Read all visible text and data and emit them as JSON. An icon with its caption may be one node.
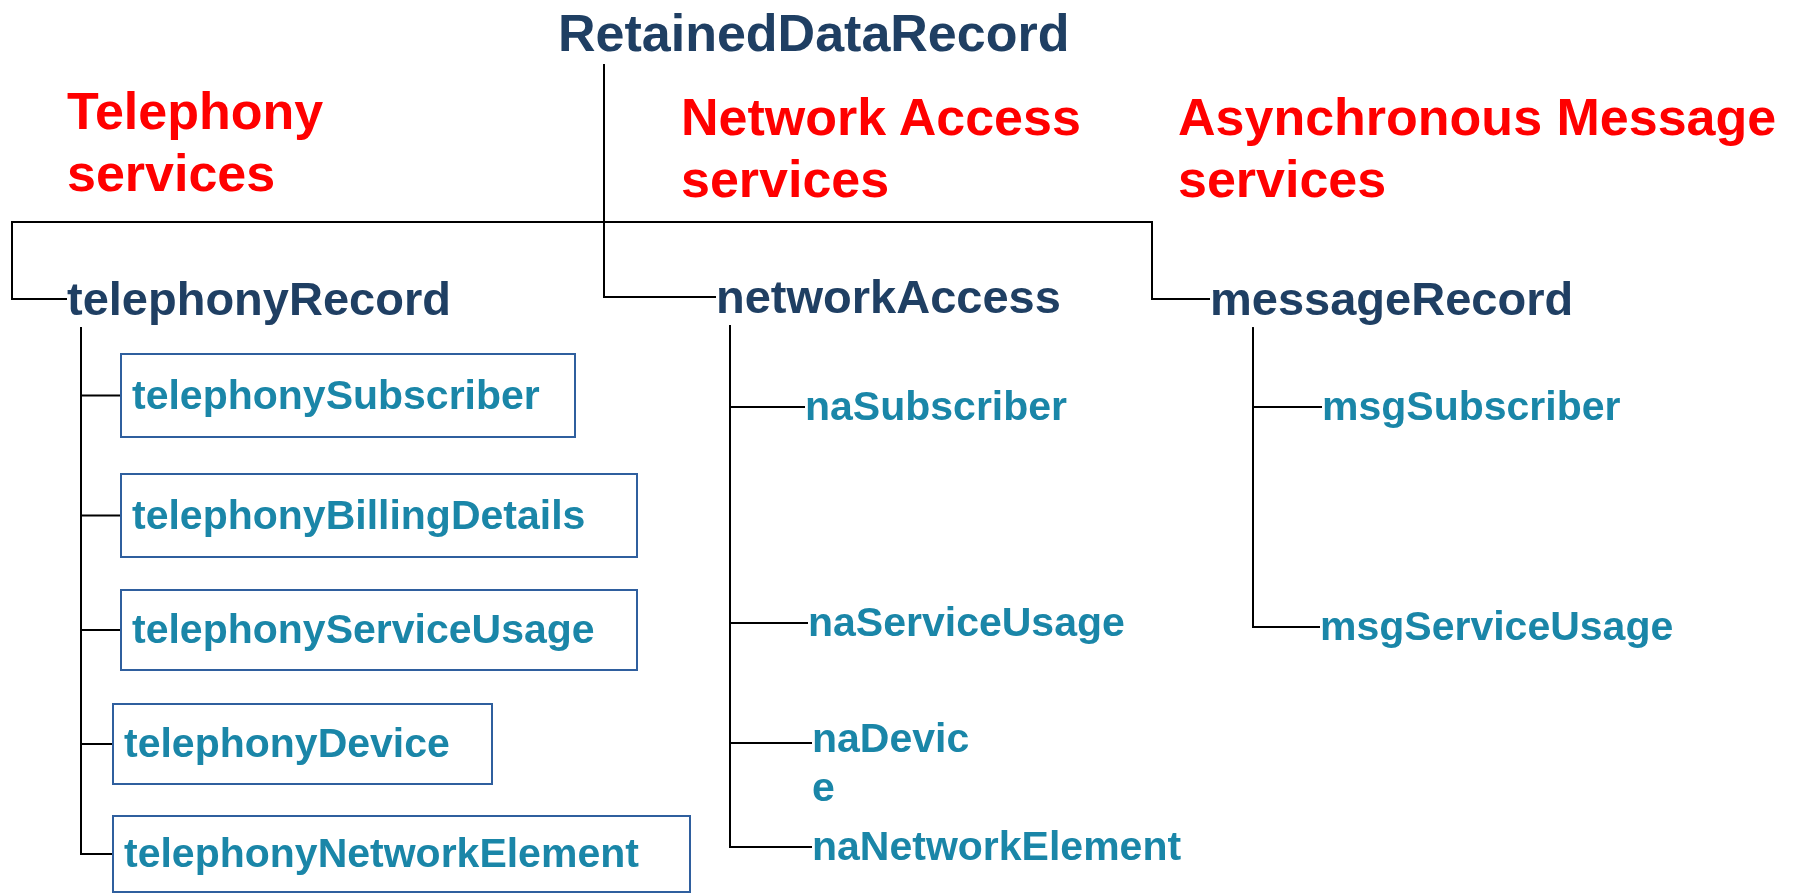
{
  "diagram": {
    "nodes": [
      {
        "text": [
          "RetainedDataRecord"
        ]
      },
      {
        "text": [
          "telephonyRecord"
        ]
      },
      {
        "text": [
          "networkAccess"
        ]
      },
      {
        "text": [
          "messageRecord"
        ]
      },
      {
        "text": [
          "telephonySubscriber"
        ]
      },
      {
        "text": [
          "telephonyBillingDetails"
        ]
      },
      {
        "text": [
          "telephonyServiceUsage"
        ]
      },
      {
        "text": [
          "telephonyDevice"
        ]
      },
      {
        "text": [
          "telephonyNetworkElement"
        ]
      },
      {
        "text": [
          "naSubscriber"
        ]
      },
      {
        "text": [
          "naServiceUsage"
        ]
      },
      {
        "text": [
          "naDevice"
        ]
      },
      {
        "text": [
          "naNetworkElement"
        ]
      },
      {
        "text": [
          "msgSubscriber"
        ]
      },
      {
        "text": [
          "msgServiceUsage"
        ]
      }
    ],
    "edges": [
      {
        "from": 0,
        "to": 1,
        "arrow": "none"
      },
      {
        "from": 0,
        "to": 2,
        "arrow": "none"
      },
      {
        "from": 0,
        "to": 3,
        "arrow": "none"
      },
      {
        "from": 1,
        "to": 4,
        "arrow": "none"
      },
      {
        "from": 1,
        "to": 5,
        "arrow": "none"
      },
      {
        "from": 1,
        "to": 6,
        "arrow": "none"
      },
      {
        "from": 1,
        "to": 7,
        "arrow": "none"
      },
      {
        "from": 1,
        "to": 8,
        "arrow": "none"
      },
      {
        "from": 2,
        "to": 9,
        "arrow": "none"
      },
      {
        "from": 2,
        "to": 10,
        "arrow": "none"
      },
      {
        "from": 2,
        "to": 11,
        "arrow": "none"
      },
      {
        "from": 2,
        "to": 12,
        "arrow": "none"
      },
      {
        "from": 3,
        "to": 13,
        "arrow": "none"
      },
      {
        "from": 3,
        "to": 14,
        "arrow": "none"
      }
    ],
    "labels": [
      "Telephony services",
      "Network Access services",
      "Asynchronous Message services"
    ]
  }
}
